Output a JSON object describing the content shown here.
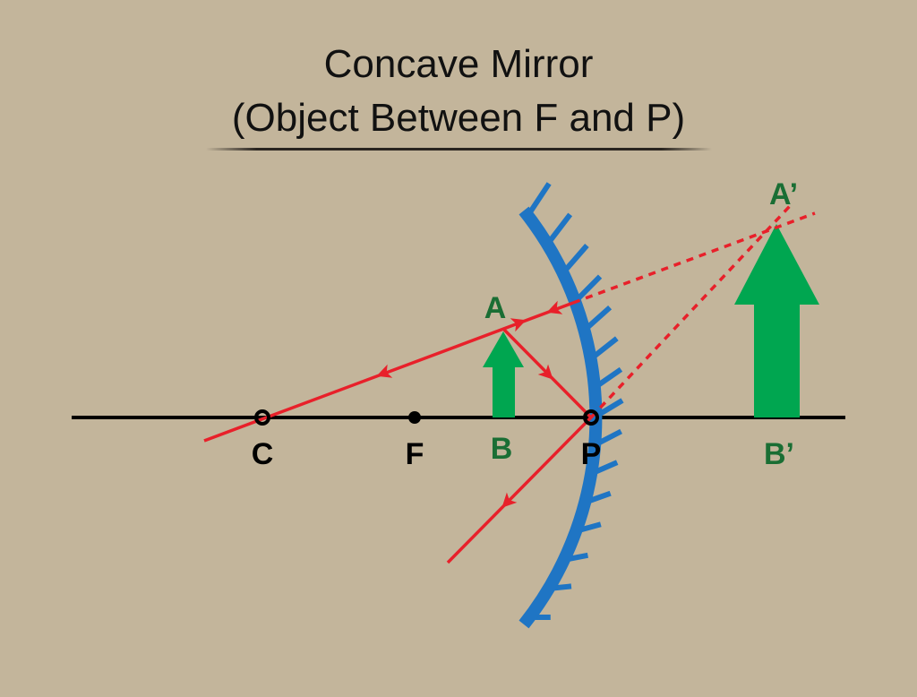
{
  "title": {
    "line1": "Concave Mirror",
    "line2": "(Object Between F and P)"
  },
  "labels": {
    "C": "C",
    "F": "F",
    "B": "B",
    "P": "P",
    "A": "A",
    "B_image": "B’",
    "A_image": "A’"
  },
  "colors": {
    "background": "#c3b59b",
    "mirror": "#1f75c4",
    "ray": "#e8202a",
    "arrow": "#00a650",
    "green_label": "#1a6e34",
    "axis": "#000000"
  }
}
